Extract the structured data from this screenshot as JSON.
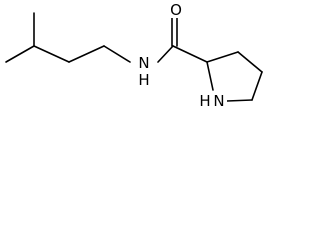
{
  "molecule": {
    "atoms": {
      "oxygen": "O",
      "amide_nitrogen": "N",
      "amide_nitrogen_h": "H",
      "ring_nitrogen": "N",
      "ring_nitrogen_h": "H"
    },
    "colors": {
      "bond": "#000000",
      "label": "#000000",
      "background": "#ffffff"
    }
  }
}
